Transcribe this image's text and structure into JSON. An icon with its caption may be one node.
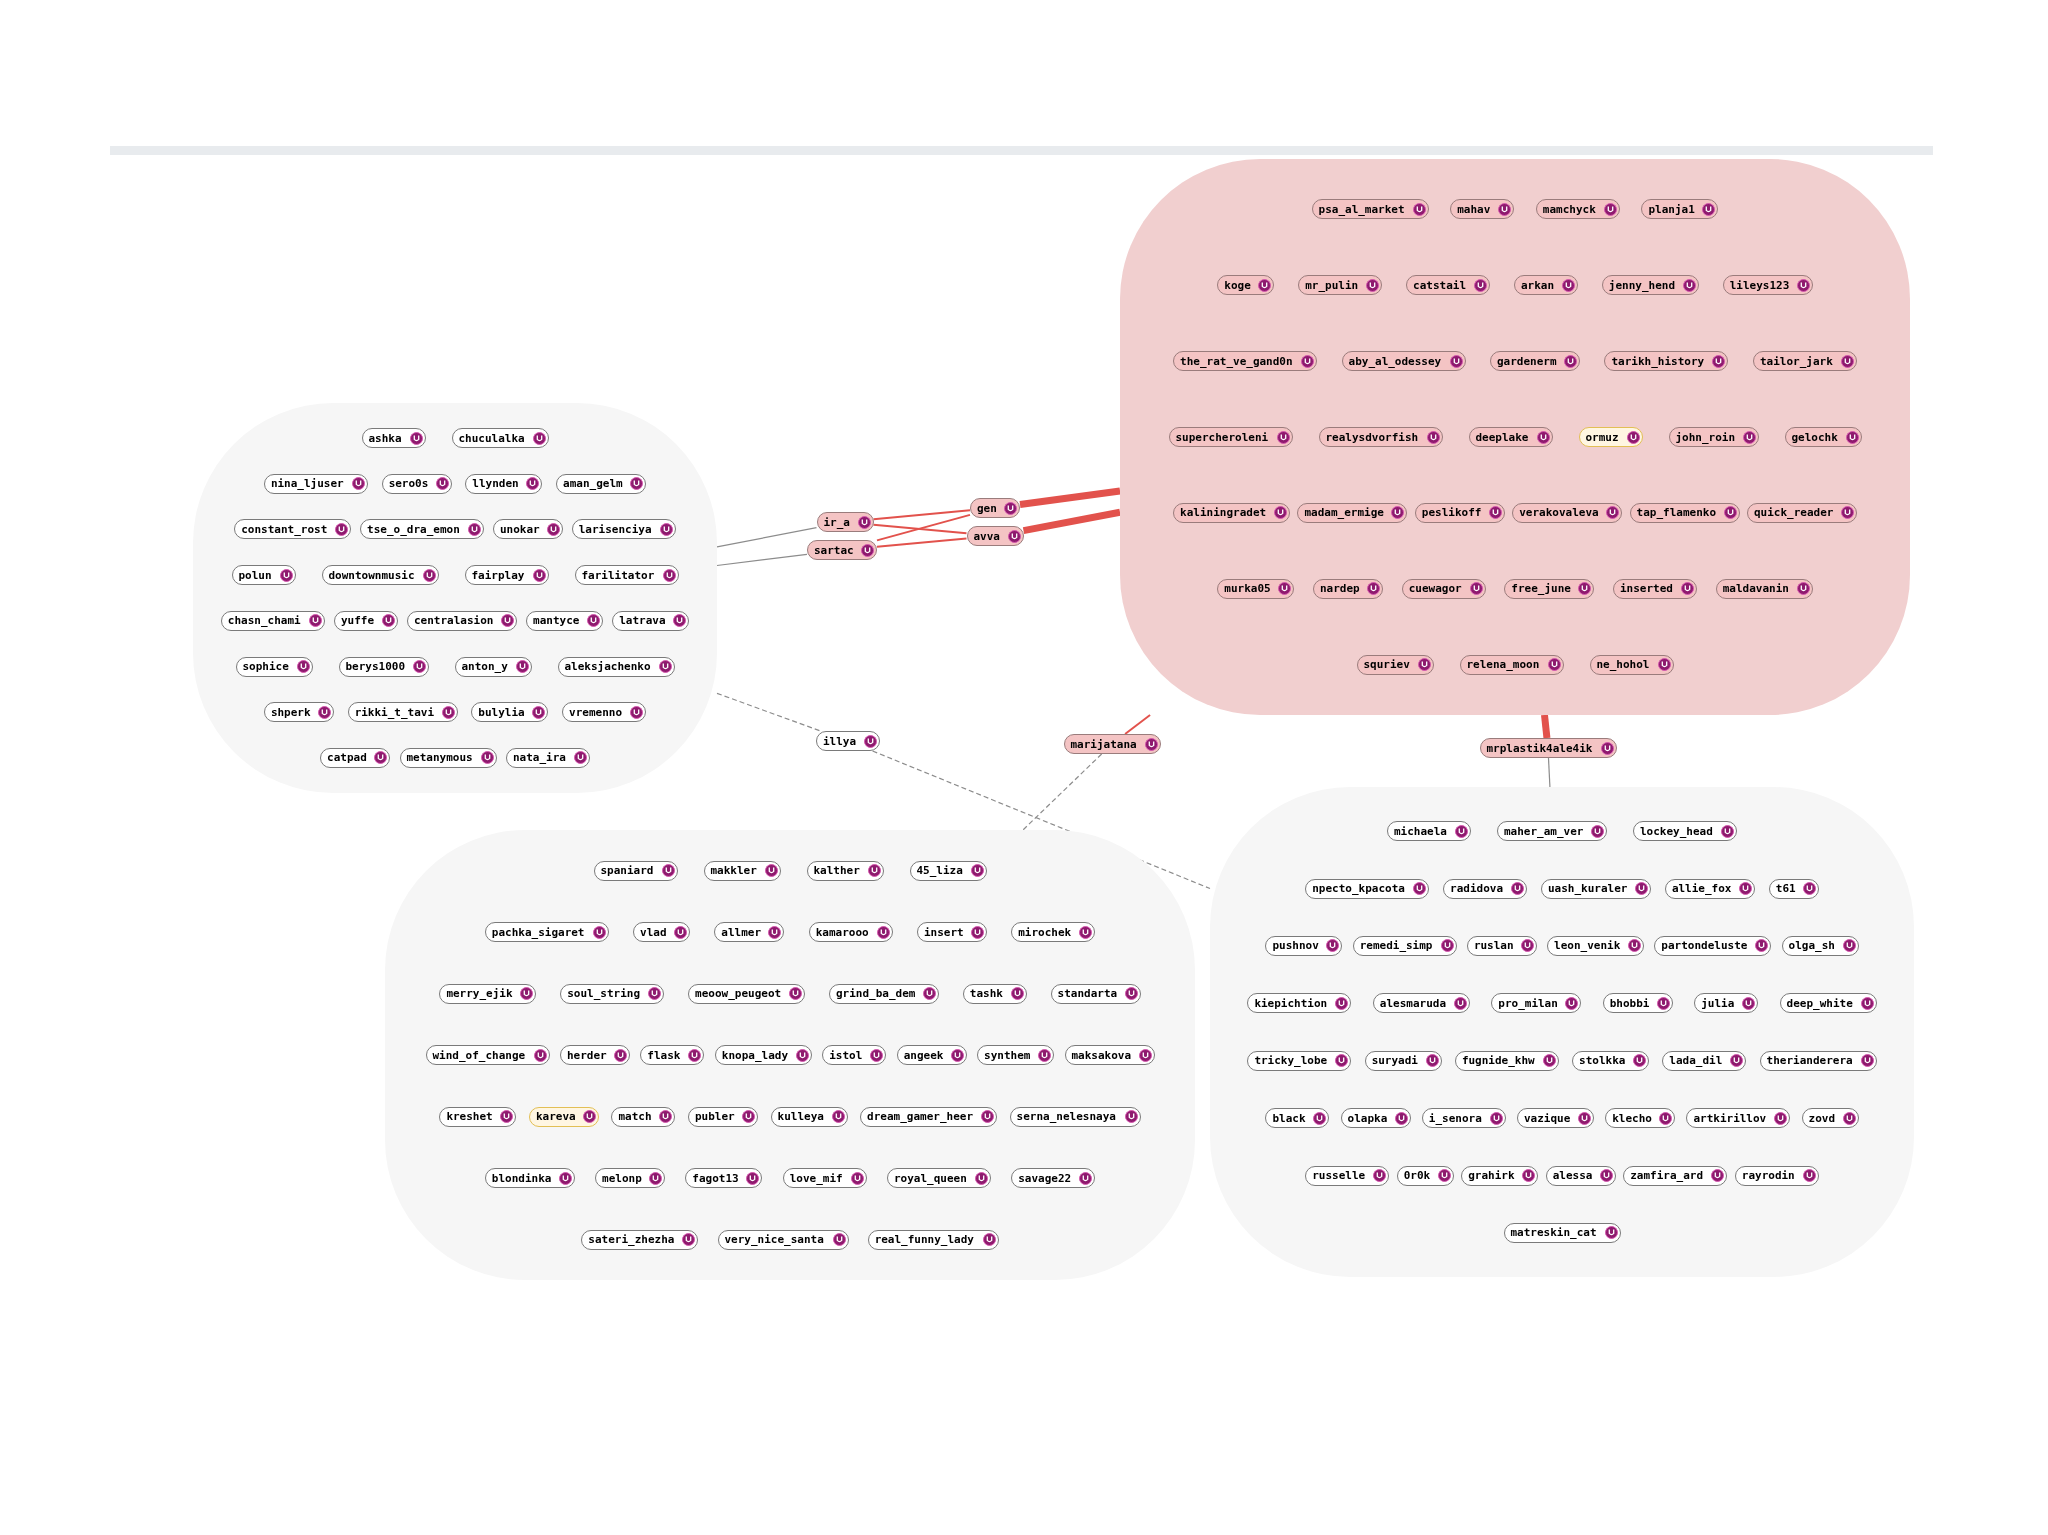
{
  "diagram": {
    "nodes": [
      {
        "text": [],
        "shape": "ellipse"
      },
      {
        "text": [
          "ashka"
        ],
        "in": 0
      },
      {
        "text": [
          "chuculalka"
        ],
        "in": 0
      },
      {
        "text": [
          "nina_ljuser"
        ],
        "in": 0
      },
      {
        "text": [
          "sero0s"
        ],
        "in": 0
      },
      {
        "text": [
          "llynden"
        ],
        "in": 0
      },
      {
        "text": [
          "aman_gelm"
        ],
        "in": 0
      },
      {
        "text": [
          "constant_rost"
        ],
        "in": 0
      },
      {
        "text": [
          "tse_o_dra_emon"
        ],
        "in": 0
      },
      {
        "text": [
          "unokar"
        ],
        "in": 0
      },
      {
        "text": [
          "larisenciya"
        ],
        "in": 0
      },
      {
        "text": [
          "polun"
        ],
        "in": 0
      },
      {
        "text": [
          "downtownmusic"
        ],
        "in": 0
      },
      {
        "text": [
          "fairplay"
        ],
        "in": 0
      },
      {
        "text": [
          "farilitator"
        ],
        "in": 0
      },
      {
        "text": [
          "chasn_chami"
        ],
        "in": 0
      },
      {
        "text": [
          "yuffe"
        ],
        "in": 0
      },
      {
        "text": [
          "centralasion"
        ],
        "in": 0
      },
      {
        "text": [
          "mantyce"
        ],
        "in": 0
      },
      {
        "text": [
          "latrava"
        ],
        "in": 0
      },
      {
        "text": [
          "sophice"
        ],
        "in": 0
      },
      {
        "text": [
          "berys1000"
        ],
        "in": 0
      },
      {
        "text": [
          "anton_y"
        ],
        "in": 0
      },
      {
        "text": [
          "aleksjachenko"
        ],
        "in": 0
      },
      {
        "text": [
          "shperk"
        ],
        "in": 0
      },
      {
        "text": [
          "rikki_t_tavi"
        ],
        "in": 0
      },
      {
        "text": [
          "bulylia"
        ],
        "in": 0
      },
      {
        "text": [
          "vremenno"
        ],
        "in": 0
      },
      {
        "text": [
          "catpad"
        ],
        "in": 0
      },
      {
        "text": [
          "metanymous"
        ],
        "in": 0
      },
      {
        "text": [
          "nata_ira"
        ],
        "in": 0
      },
      {
        "text": [
          "ir_a"
        ]
      },
      {
        "text": [
          "sartac"
        ]
      },
      {
        "text": [
          "gen"
        ]
      },
      {
        "text": [
          "avva"
        ]
      },
      {
        "text": [],
        "shape": "ellipse"
      },
      {
        "text": [
          "psa_al_market"
        ],
        "in": 35
      },
      {
        "text": [
          "mahav"
        ],
        "in": 35
      },
      {
        "text": [
          "mamchyck"
        ],
        "in": 35
      },
      {
        "text": [
          "planja1"
        ],
        "in": 35
      },
      {
        "text": [
          "koge"
        ],
        "in": 35
      },
      {
        "text": [
          "mr_pulin"
        ],
        "in": 35
      },
      {
        "text": [
          "catstail"
        ],
        "in": 35
      },
      {
        "text": [
          "arkan"
        ],
        "in": 35
      },
      {
        "text": [
          "jenny_hend"
        ],
        "in": 35
      },
      {
        "text": [
          "lileys123"
        ],
        "in": 35
      },
      {
        "text": [
          "the_rat_ve_gand0n"
        ],
        "in": 35
      },
      {
        "text": [
          "aby_al_odessey"
        ],
        "in": 35
      },
      {
        "text": [
          "gardenerm"
        ],
        "in": 35
      },
      {
        "text": [
          "tarikh_history"
        ],
        "in": 35
      },
      {
        "text": [
          "tailor_jark"
        ],
        "in": 35
      },
      {
        "text": [
          "supercheroleni"
        ],
        "in": 35
      },
      {
        "text": [
          "realysdvorfish"
        ],
        "in": 35
      },
      {
        "text": [
          "deeplake"
        ],
        "in": 35
      },
      {
        "text": [
          "ormuz"
        ],
        "in": 35
      },
      {
        "text": [
          "john_roin"
        ],
        "in": 35
      },
      {
        "text": [
          "gelochk"
        ],
        "in": 35
      },
      {
        "text": [
          "kaliningradet"
        ],
        "in": 35
      },
      {
        "text": [
          "madam_ermige"
        ],
        "in": 35
      },
      {
        "text": [
          "peslikoff"
        ],
        "in": 35
      },
      {
        "text": [
          "verakovaleva"
        ],
        "in": 35
      },
      {
        "text": [
          "tap_flamenko"
        ],
        "in": 35
      },
      {
        "text": [
          "quick_reader"
        ],
        "in": 35
      },
      {
        "text": [
          "murka05"
        ],
        "in": 35
      },
      {
        "text": [
          "nardep"
        ],
        "in": 35
      },
      {
        "text": [
          "cuewagor"
        ],
        "in": 35
      },
      {
        "text": [
          "free_june"
        ],
        "in": 35
      },
      {
        "text": [
          "inserted"
        ],
        "in": 35
      },
      {
        "text": [
          "maldavanin"
        ],
        "in": 35
      },
      {
        "text": [
          "squriev"
        ],
        "in": 35
      },
      {
        "text": [
          "relena_moon"
        ],
        "in": 35
      },
      {
        "text": [
          "ne_hohol"
        ],
        "in": 35
      },
      {
        "text": [
          "illya"
        ]
      },
      {
        "text": [
          "marijatana"
        ]
      },
      {
        "text": [
          "mrplastik4ale4ik"
        ]
      },
      {
        "text": [],
        "shape": "ellipse"
      },
      {
        "text": [
          "spaniard"
        ],
        "in": 75
      },
      {
        "text": [
          "makkler"
        ],
        "in": 75
      },
      {
        "text": [
          "kalther"
        ],
        "in": 75
      },
      {
        "text": [
          "45_liza"
        ],
        "in": 75
      },
      {
        "text": [
          "pachka_sigaret"
        ],
        "in": 75
      },
      {
        "text": [
          "vlad"
        ],
        "in": 75
      },
      {
        "text": [
          "allmer"
        ],
        "in": 75
      },
      {
        "text": [
          "kamarooo"
        ],
        "in": 75
      },
      {
        "text": [
          "insert"
        ],
        "in": 75
      },
      {
        "text": [
          "mirochek"
        ],
        "in": 75
      },
      {
        "text": [
          "merry_ejik"
        ],
        "in": 75
      },
      {
        "text": [
          "soul_string"
        ],
        "in": 75
      },
      {
        "text": [
          "meoow_peugeot"
        ],
        "in": 75
      },
      {
        "text": [
          "grind_ba_dem"
        ],
        "in": 75
      },
      {
        "text": [
          "tashk"
        ],
        "in": 75
      },
      {
        "text": [
          "standarta"
        ],
        "in": 75
      },
      {
        "text": [
          "wind_of_change"
        ],
        "in": 75
      },
      {
        "text": [
          "herder"
        ],
        "in": 75
      },
      {
        "text": [
          "flask"
        ],
        "in": 75
      },
      {
        "text": [
          "knopa_lady"
        ],
        "in": 75
      },
      {
        "text": [
          "istol"
        ],
        "in": 75
      },
      {
        "text": [
          "angeek"
        ],
        "in": 75
      },
      {
        "text": [
          "synthem"
        ],
        "in": 75
      },
      {
        "text": [
          "maksakova"
        ],
        "in": 75
      },
      {
        "text": [
          "kreshet"
        ],
        "in": 75
      },
      {
        "text": [
          "kareva"
        ],
        "in": 75
      },
      {
        "text": [
          "match"
        ],
        "in": 75
      },
      {
        "text": [
          "publer"
        ],
        "in": 75
      },
      {
        "text": [
          "kulleya"
        ],
        "in": 75
      },
      {
        "text": [
          "dream_gamer_heer"
        ],
        "in": 75
      },
      {
        "text": [
          "serna_nelesnaya"
        ],
        "in": 75
      },
      {
        "text": [
          "blondinka"
        ],
        "in": 75
      },
      {
        "text": [
          "melonp"
        ],
        "in": 75
      },
      {
        "text": [
          "fagot13"
        ],
        "in": 75
      },
      {
        "text": [
          "love_mif"
        ],
        "in": 75
      },
      {
        "text": [
          "royal_queen"
        ],
        "in": 75
      },
      {
        "text": [
          "savage22"
        ],
        "in": 75
      },
      {
        "text": [
          "sateri_zhezha"
        ],
        "in": 75
      },
      {
        "text": [
          "very_nice_santa"
        ],
        "in": 75
      },
      {
        "text": [
          "real_funny_lady"
        ],
        "in": 75
      },
      {
        "text": [],
        "shape": "ellipse"
      },
      {
        "text": [
          "michaela"
        ],
        "in": 116
      },
      {
        "text": [
          "maher_am_ver"
        ],
        "in": 116
      },
      {
        "text": [
          "lockey_head"
        ],
        "in": 116
      },
      {
        "text": [
          "npecto_kpacota"
        ],
        "in": 116
      },
      {
        "text": [
          "radidova"
        ],
        "in": 116
      },
      {
        "text": [
          "uash_kuraler"
        ],
        "in": 116
      },
      {
        "text": [
          "allie_fox"
        ],
        "in": 116
      },
      {
        "text": [
          "t61"
        ],
        "in": 116
      },
      {
        "text": [
          "pushnov"
        ],
        "in": 116
      },
      {
        "text": [
          "remedi_simp"
        ],
        "in": 116
      },
      {
        "text": [
          "ruslan"
        ],
        "in": 116
      },
      {
        "text": [
          "leon_venik"
        ],
        "in": 116
      },
      {
        "text": [
          "partondeluste"
        ],
        "in": 116
      },
      {
        "text": [
          "olga_sh"
        ],
        "in": 116
      },
      {
        "text": [
          "kiepichtion"
        ],
        "in": 116
      },
      {
        "text": [
          "alesmaruda"
        ],
        "in": 116
      },
      {
        "text": [
          "pro_milan"
        ],
        "in": 116
      },
      {
        "text": [
          "bhobbi"
        ],
        "in": 116
      },
      {
        "text": [
          "julia"
        ],
        "in": 116
      },
      {
        "text": [
          "deep_white"
        ],
        "in": 116
      },
      {
        "text": [
          "tricky_lobe"
        ],
        "in": 116
      },
      {
        "text": [
          "suryadi"
        ],
        "in": 116
      },
      {
        "text": [
          "fugnide_khw"
        ],
        "in": 116
      },
      {
        "text": [
          "stolkka"
        ],
        "in": 116
      },
      {
        "text": [
          "lada_dil"
        ],
        "in": 116
      },
      {
        "text": [
          "therianderera"
        ],
        "in": 116
      },
      {
        "text": [
          "black"
        ],
        "in": 116
      },
      {
        "text": [
          "olapka"
        ],
        "in": 116
      },
      {
        "text": [
          "i_senora"
        ],
        "in": 116
      },
      {
        "text": [
          "vazique"
        ],
        "in": 116
      },
      {
        "text": [
          "klecho"
        ],
        "in": 116
      },
      {
        "text": [
          "artkirillov"
        ],
        "in": 116
      },
      {
        "text": [
          "zovd"
        ],
        "in": 116
      },
      {
        "text": [
          "russelle"
        ],
        "in": 116
      },
      {
        "text": [
          "0r0k"
        ],
        "in": 116
      },
      {
        "text": [
          "grahirk"
        ],
        "in": 116
      },
      {
        "text": [
          "alessa"
        ],
        "in": 116
      },
      {
        "text": [
          "zamfira_ard"
        ],
        "in": 116
      },
      {
        "text": [
          "rayrodin"
        ],
        "in": 116
      },
      {
        "text": [
          "matreskin_cat"
        ],
        "in": 116
      }
    ],
    "edges": [
      {
        "from": 0,
        "to": 31,
        "arrow": "none",
        "color": "#8c8c8c"
      },
      {
        "from": 0,
        "to": 32,
        "arrow": "none",
        "color": "#8c8c8c"
      },
      {
        "from": 31,
        "to": 33,
        "arrow": "none"
      },
      {
        "from": 31,
        "to": 34,
        "arrow": "none"
      },
      {
        "from": 32,
        "to": 33,
        "arrow": "none"
      },
      {
        "from": 32,
        "to": 34,
        "arrow": "none"
      },
      {
        "from": 33,
        "to": 35,
        "arrow": "none",
        "style": "thick"
      },
      {
        "from": 34,
        "to": 35,
        "arrow": "none",
        "style": "thick"
      },
      {
        "from": 0,
        "to": 72,
        "arrow": "none",
        "style": "dashed",
        "color": "#8c8c8c"
      },
      {
        "from": 72,
        "to": 116,
        "arrow": "none",
        "style": "dashed",
        "color": "#8c8c8c"
      },
      {
        "from": 73,
        "to": 35,
        "arrow": "none"
      },
      {
        "from": 73,
        "to": 75,
        "arrow": "none",
        "style": "dashed",
        "color": "#8c8c8c"
      },
      {
        "from": 74,
        "to": 35,
        "arrow": "none",
        "style": "thick"
      },
      {
        "from": 74,
        "to": 116,
        "arrow": "none",
        "color": "#8c8c8c"
      }
    ]
  }
}
